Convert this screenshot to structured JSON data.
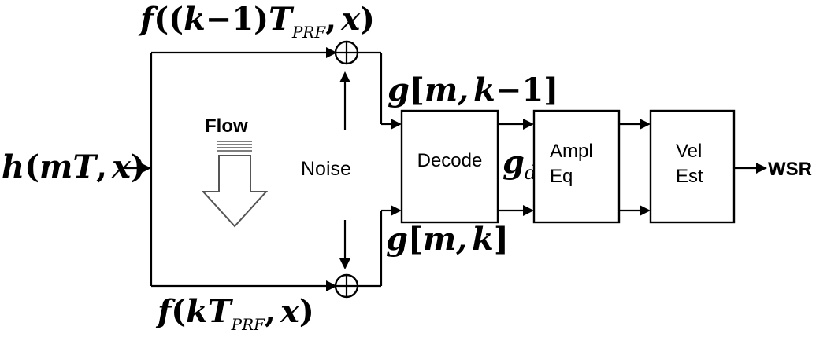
{
  "top_branch": {
    "f": "f",
    "open": "((",
    "k": "k",
    "minus_one": "−1)",
    "T": "T",
    "sub": "PRF",
    "comma": ",",
    "x": "x",
    "close": ")"
  },
  "bottom_branch": {
    "f": "f",
    "open": "(",
    "kT": "kT",
    "sub": "PRF",
    "comma": ",",
    "x": "x",
    "close": ")"
  },
  "input": {
    "h": "h",
    "open": "(",
    "mT": "mT",
    "comma": ",",
    "x": "x",
    "close": ")"
  },
  "g_top": {
    "g": "g",
    "open": "[",
    "m": "m,",
    "k": "k",
    "tail": "−1]"
  },
  "g_bottom": {
    "g": "g",
    "open": "[",
    "m": "m,",
    "k": "k",
    "close": "]"
  },
  "gd": {
    "g": "g",
    "sub": "d"
  },
  "flow_label": "Flow",
  "noise_label": "Noise",
  "blocks": {
    "decode": "Decode",
    "ampl_line1": "Ampl",
    "ampl_line2": "Eq",
    "vel_line1": "Vel",
    "vel_line2": "Est"
  },
  "output_label": "WSR"
}
